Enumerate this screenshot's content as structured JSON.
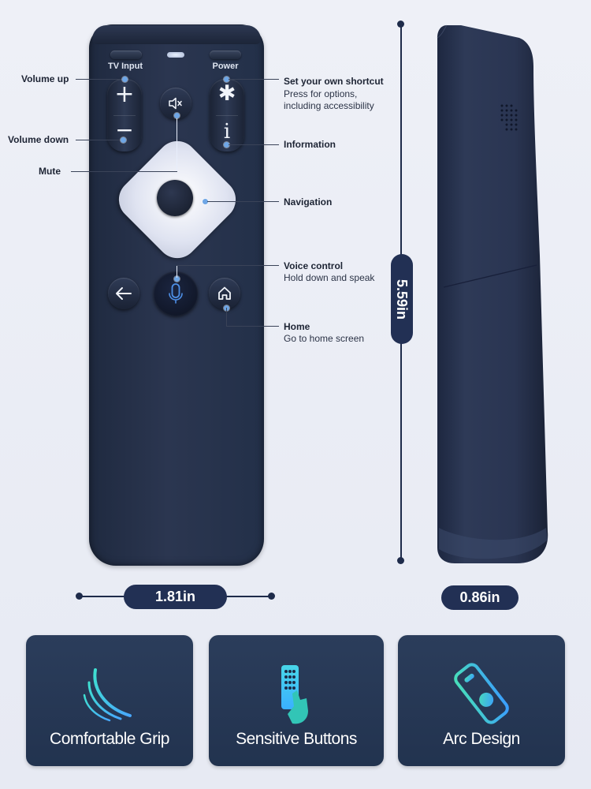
{
  "remote": {
    "top_buttons": {
      "tv_input_label": "TV Input",
      "power_label": "Power"
    },
    "volume_plus": "+",
    "volume_minus": "−",
    "shortcut_symbol": "✱",
    "info_symbol": "i"
  },
  "callouts": {
    "volume_up": "Volume up",
    "volume_down": "Volume down",
    "mute": "Mute",
    "shortcut_title": "Set your own shortcut",
    "shortcut_sub1": "Press for options,",
    "shortcut_sub2": "including accessibility",
    "information": "Information",
    "navigation": "Navigation",
    "voice_title": "Voice control",
    "voice_sub": "Hold down and speak",
    "home_title": "Home",
    "home_sub": "Go to home screen"
  },
  "dimensions": {
    "height": "5.59in",
    "width": "1.81in",
    "depth": "0.86in"
  },
  "features": [
    {
      "label": "Comfortable Grip",
      "icon": "arc-lines-icon"
    },
    {
      "label": "Sensitive Buttons",
      "icon": "hand-remote-icon"
    },
    {
      "label": "Arc Design",
      "icon": "tilted-remote-icon"
    }
  ],
  "colors": {
    "remote_body": "#2b3650",
    "accent_blue": "#6ea6e6",
    "card_bg": "#263855",
    "dimension": "#223054"
  }
}
